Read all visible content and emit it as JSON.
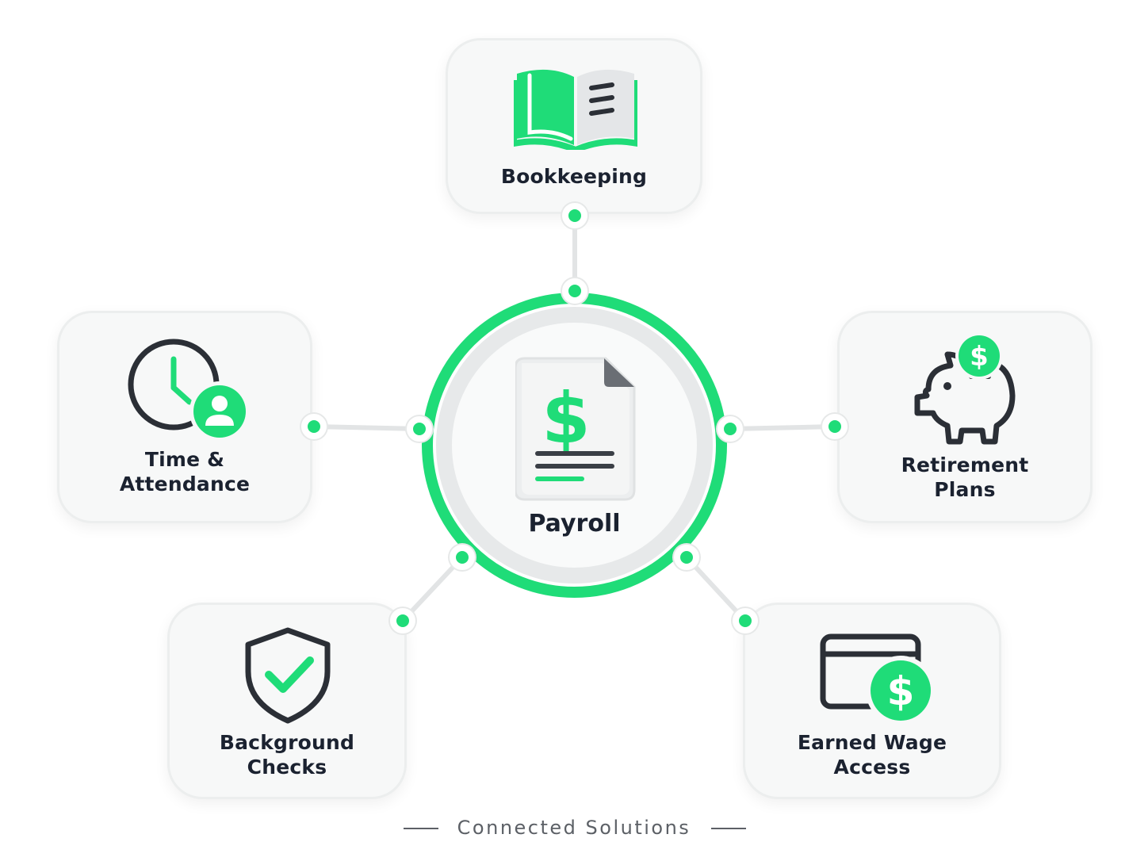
{
  "colors": {
    "accent": "#1fdc78",
    "icon_dark": "#2b2f36",
    "card_background": "#f7f8f8",
    "card_border": "#eceeee",
    "text": "#1b2230",
    "connector": "#e2e4e5"
  },
  "hub": {
    "label": "Payroll",
    "icon": "payroll-document-dollar-icon"
  },
  "cards": {
    "bookkeeping": {
      "label": "Bookkeeping",
      "icon": "open-book-icon"
    },
    "time_attendance": {
      "label_line1": "Time &",
      "label_line2": "Attendance",
      "icon": "clock-person-icon"
    },
    "retirement_plans": {
      "label_line1": "Retirement",
      "label_line2": "Plans",
      "icon": "piggy-bank-dollar-icon"
    },
    "background_checks": {
      "label_line1": "Background",
      "label_line2": "Checks",
      "icon": "shield-check-icon"
    },
    "earned_wage_access": {
      "label_line1": "Earned Wage",
      "label_line2": "Access",
      "icon": "wallet-dollar-icon"
    }
  },
  "footer": {
    "caption": "Connected Solutions"
  }
}
